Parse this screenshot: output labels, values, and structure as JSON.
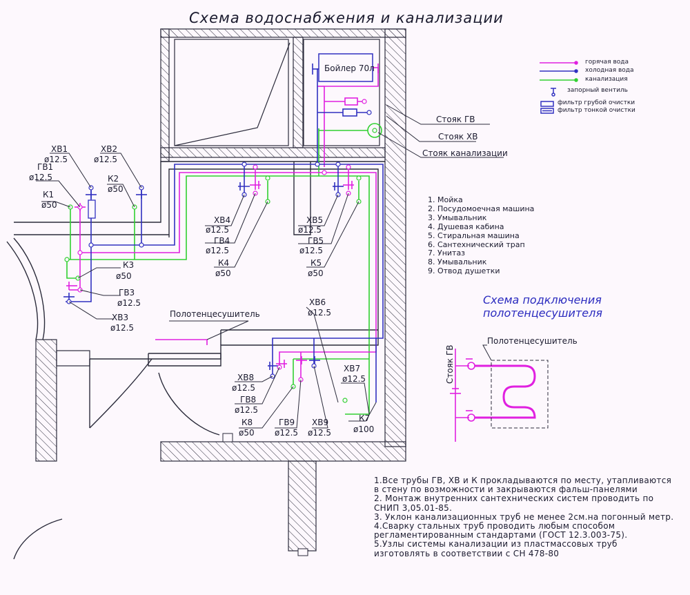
{
  "title": "Схема   водоснабжения  и  канализации",
  "colors": {
    "hot": "#e020e0",
    "cold": "#3030c0",
    "sewer": "#30d030",
    "ink": "#1a1a2e"
  },
  "legend": [
    {
      "label": "горячая вода"
    },
    {
      "label": "холодная вода"
    },
    {
      "label": "канализация"
    },
    {
      "label": "запорный вентиль"
    },
    {
      "label": "фильтр грубой очистки"
    },
    {
      "label": "фильтр тонкой очистки"
    }
  ],
  "boiler": "Бойлер 70л",
  "risers": {
    "hot": "Стояк ГВ",
    "cold": "Стояк ХВ",
    "sewer": "Стояк канализации"
  },
  "fixtures": [
    "1. Мойка",
    "2. Посудомоечная машина",
    "3. Умывальник",
    "4. Душевая кабина",
    "5. Стиральная машина",
    "6. Сантехнический трап",
    "7. Унитаз",
    "8. Умывальник",
    "9. Отвод душетки"
  ],
  "pipes": {
    "hv1": {
      "name": "ХВ1",
      "d": "ø12.5"
    },
    "gv1": {
      "name": "ГВ1",
      "d": "ø12.5"
    },
    "k1": {
      "name": "К1",
      "d": "ø50"
    },
    "hv2": {
      "name": "ХВ2",
      "d": "ø12.5"
    },
    "k2": {
      "name": "К2",
      "d": "ø50"
    },
    "k3": {
      "name": "К3",
      "d": "ø50"
    },
    "gv3": {
      "name": "ГВ3",
      "d": "ø12.5"
    },
    "hv3": {
      "name": "ХВ3",
      "d": "ø12.5"
    },
    "hv4": {
      "name": "ХВ4",
      "d": "ø12.5"
    },
    "gv4": {
      "name": "ГВ4",
      "d": "ø12.5"
    },
    "k4": {
      "name": "К4",
      "d": "ø50"
    },
    "hv5": {
      "name": "ХВ5",
      "d": "ø12.5"
    },
    "gv5": {
      "name": "ГВ5",
      "d": "ø12.5"
    },
    "k5": {
      "name": "К5",
      "d": "ø50"
    },
    "hv6": {
      "name": "ХВ6",
      "d": "ø12.5"
    },
    "hv7": {
      "name": "ХВ7",
      "d": "ø12.5"
    },
    "k7": {
      "name": "К7",
      "d": "ø100"
    },
    "hv8": {
      "name": "ХВ8",
      "d": "ø12.5"
    },
    "gv8": {
      "name": "ГВ8",
      "d": "ø12.5"
    },
    "k8": {
      "name": "К8",
      "d": "ø50"
    },
    "gv9": {
      "name": "ГВ9",
      "d": "ø12.5"
    },
    "hv9": {
      "name": "ХВ9",
      "d": "ø12.5"
    }
  },
  "towel_dryer": "Полотенцесушитель",
  "towel_scheme_title": [
    "Схема подключения",
    "полотенцесушителя"
  ],
  "towel_scheme_riser": "Стояк ГВ",
  "towel_scheme_label": "Полотенцесушитель",
  "notes": [
    "1.Все трубы ГВ, ХВ и К прокладываются по месту, утапливаются",
    "в стену по возможности и закрываются фальш-панелями",
    "2. Монтаж внутренних сантехнических систем проводить по",
    "СНИП 3,05.01-85.",
    "3. Уклон канализационных труб не менее 2см.на погонный метр.",
    "4.Сварку стальных труб проводить любым способом",
    "регламентированным стандартами (ГОСТ 12.3.003-75).",
    "5.Узлы системы канализации из пластмассовых труб",
    "изготовлять в соответствии с СН 478-80"
  ]
}
